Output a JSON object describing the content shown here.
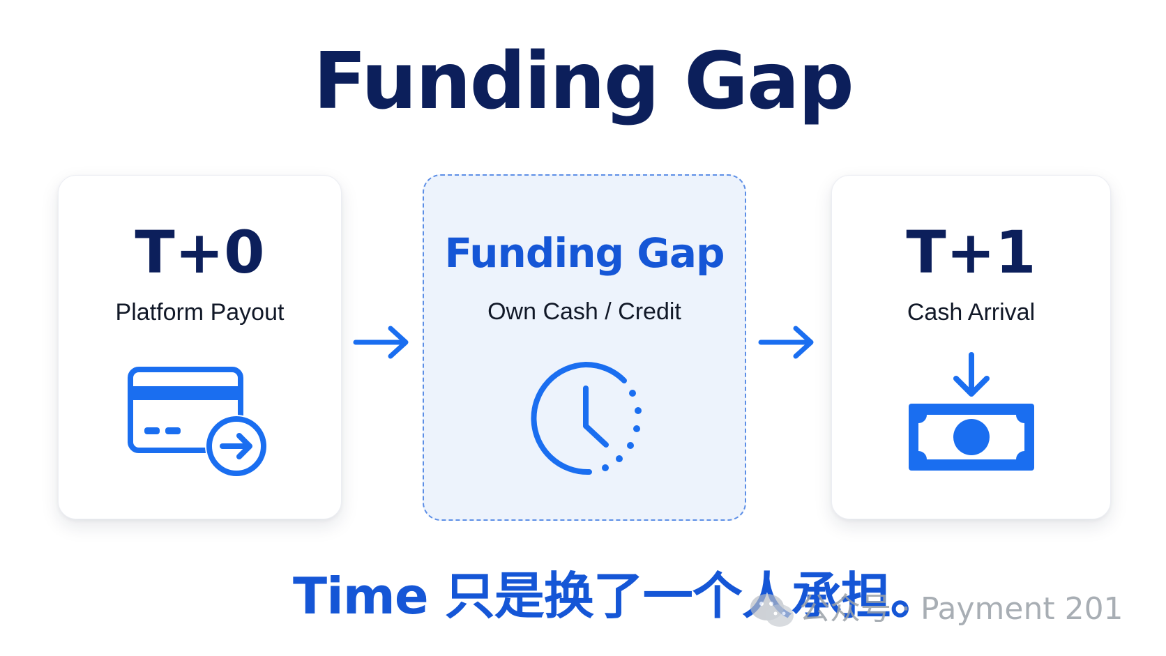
{
  "title": "Funding Gap",
  "steps": [
    {
      "heading": "T+0",
      "label": "Platform Payout",
      "icon": "credit-card-payout-icon"
    },
    {
      "heading": "Funding Gap",
      "label": "Own Cash / Credit",
      "icon": "clock-icon"
    },
    {
      "heading": "T+1",
      "label": "Cash Arrival",
      "icon": "cash-arrival-icon"
    }
  ],
  "caption": "Time 只是换了一个人承担。",
  "watermark": "公众号 · Payment 201",
  "colors": {
    "title": "#0c1f5b",
    "accent": "#1a6ef0",
    "caption": "#1556d6",
    "gap_background": "#edf3fc",
    "gap_border": "#5c8ee6"
  }
}
